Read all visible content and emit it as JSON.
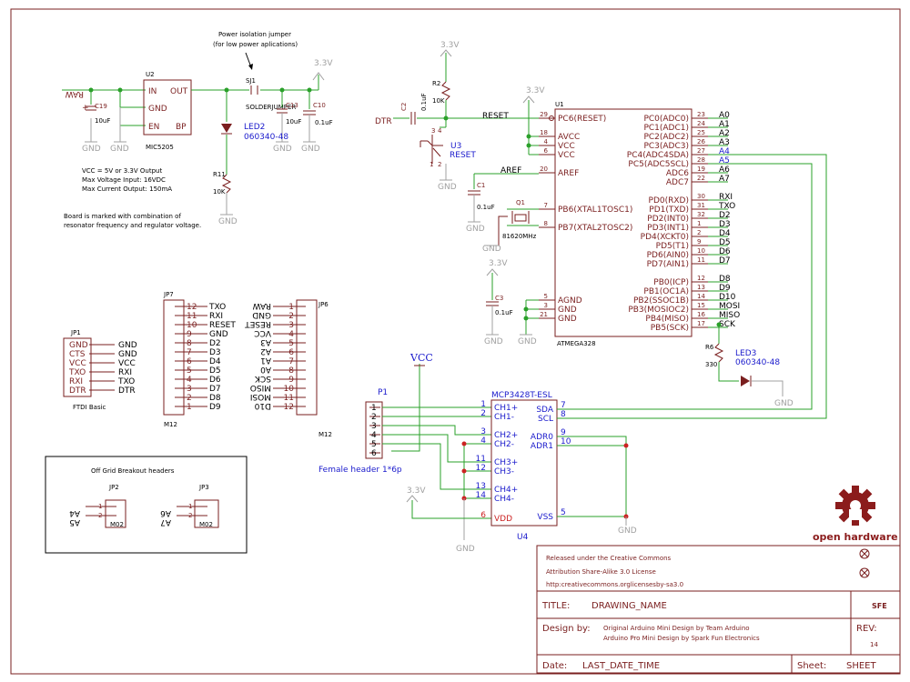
{
  "top": {
    "jumper_note_1": "Power isolation jumper",
    "jumper_note_2": "(for low power aplications)",
    "rail_33_a": "3.3V",
    "rail_33_b": "3.3V",
    "rail_33_c": "3.3V",
    "rail_33_d": "3.3V",
    "rail_33_e": "3.3V",
    "raw": "RAW"
  },
  "regulator": {
    "name": "U2",
    "part": "MIC5205",
    "pin_in": "IN",
    "pin_out": "OUT",
    "pin_gnd": "GND",
    "pin_en": "EN",
    "pin_bp": "BP",
    "c19": "C19",
    "c19_val": "10uF",
    "c13": "C13",
    "c13_val": "10uF",
    "c10": "C10",
    "c10_val": "0.1uF",
    "sj1": "SJ1",
    "sj1_name": "SOLDERJUMPER",
    "led2": "LED2",
    "led2_part": "060340-48",
    "r11": "R11",
    "r11_val": "10K",
    "note_1": "VCC = 5V or 3.3V Output",
    "note_2": "Max Voltage Input: 16VDC",
    "note_3": "Max Current Output: 150mA",
    "note_4": "Board is marked with combination of",
    "note_5": "resonator frequency and regulator voltage."
  },
  "gnd": "GND",
  "reset_block": {
    "c2": "C2",
    "c2_val": "0.1uF",
    "dtr": "DTR",
    "r2": "R2",
    "r2_val": "10K",
    "reset_net": "RESET",
    "u3": "U3",
    "u3_name": "RESET",
    "aref": "AREF",
    "c1": "C1",
    "c1_val": "0.1uF",
    "q1": "Q1",
    "q1_val": "81620MHz",
    "c3": "C3",
    "c3_val": "0.1uF"
  },
  "mcu": {
    "name": "U1",
    "part": "ATMEGA328",
    "left_pins": [
      {
        "num": "29",
        "name": "PC6(RESET)"
      },
      {
        "num": "18",
        "name": "AVCC"
      },
      {
        "num": "4",
        "name": "VCC"
      },
      {
        "num": "6",
        "name": "VCC"
      },
      {
        "num": "20",
        "name": "AREF"
      },
      {
        "num": "7",
        "name": "PB6(XTAL1TOSC1)"
      },
      {
        "num": "8",
        "name": "PB7(XTAL2TOSC2)"
      },
      {
        "num": "5",
        "name": "AGND"
      },
      {
        "num": "3",
        "name": "GND"
      },
      {
        "num": "21",
        "name": "GND"
      }
    ],
    "right_pins": [
      {
        "num": "23",
        "name": "PC0(ADC0)",
        "net": "A0"
      },
      {
        "num": "24",
        "name": "PC1(ADC1)",
        "net": "A1"
      },
      {
        "num": "25",
        "name": "PC2(ADC2)",
        "net": "A2"
      },
      {
        "num": "26",
        "name": "PC3(ADC3)",
        "net": "A3"
      },
      {
        "num": "27",
        "name": "PC4(ADC4SDA)",
        "net": "A4"
      },
      {
        "num": "28",
        "name": "PC5(ADC5SCL)",
        "net": "A5"
      },
      {
        "num": "19",
        "name": "ADC6",
        "net": "A6"
      },
      {
        "num": "22",
        "name": "ADC7",
        "net": "A7"
      },
      {
        "num": "30",
        "name": "PD0(RXD)",
        "net": "RXI"
      },
      {
        "num": "31",
        "name": "PD1(TXD)",
        "net": "TXO"
      },
      {
        "num": "32",
        "name": "PD2(INT0)",
        "net": "D2"
      },
      {
        "num": "1",
        "name": "PD3(INT1)",
        "net": "D3"
      },
      {
        "num": "2",
        "name": "PD4(XCKT0)",
        "net": "D4"
      },
      {
        "num": "9",
        "name": "PD5(T1)",
        "net": "D5"
      },
      {
        "num": "10",
        "name": "PD6(AIN0)",
        "net": "D6"
      },
      {
        "num": "11",
        "name": "PD7(AIN1)",
        "net": "D7"
      },
      {
        "num": "12",
        "name": "PB0(ICP)",
        "net": "D8"
      },
      {
        "num": "13",
        "name": "PB1(OC1A)",
        "net": "D9"
      },
      {
        "num": "14",
        "name": "PB2(SSOC1B)",
        "net": "D10"
      },
      {
        "num": "15",
        "name": "PB3(MOSIOC2)",
        "net": "MOSI"
      },
      {
        "num": "16",
        "name": "PB4(MISO)",
        "net": "MISO"
      },
      {
        "num": "17",
        "name": "PB5(SCK)",
        "net": "SCK"
      }
    ],
    "r6": "R6",
    "r6_val": "330",
    "led3": "LED3",
    "led3_part": "060340-48"
  },
  "adc": {
    "name": "MCP3428T-ESL",
    "ref": "U4",
    "left_pins": [
      {
        "num": "1",
        "name": "CH1+"
      },
      {
        "num": "2",
        "name": "CH1-"
      },
      {
        "num": "3",
        "name": "CH2+"
      },
      {
        "num": "4",
        "name": "CH2-"
      },
      {
        "num": "11",
        "name": "CH3+"
      },
      {
        "num": "12",
        "name": "CH3-"
      },
      {
        "num": "13",
        "name": "CH4+"
      },
      {
        "num": "14",
        "name": "CH4-"
      },
      {
        "num": "6",
        "name": "VDD"
      }
    ],
    "right_pins": [
      {
        "num": "7",
        "name": "SDA"
      },
      {
        "num": "8",
        "name": "SCL"
      },
      {
        "num": "9",
        "name": "ADR0"
      },
      {
        "num": "10",
        "name": "ADR1"
      },
      {
        "num": "5",
        "name": "VSS"
      }
    ],
    "vcc": "VCC",
    "p1": "P1",
    "p1_pins": [
      "1",
      "2",
      "3",
      "4",
      "5",
      "6"
    ],
    "p1_name": "Female header 1*6p"
  },
  "jp1": {
    "name": "JP1",
    "part": "FTDI Basic",
    "pins": [
      "GND",
      "CTS",
      "VCC",
      "TXO",
      "RXI",
      "DTR"
    ],
    "nets": [
      "GND",
      "GND",
      "VCC",
      "RXI",
      "TXO",
      "DTR"
    ]
  },
  "jp7": {
    "name": "JP7",
    "part": "M12",
    "rows": [
      {
        "num": "12",
        "net": "TXO"
      },
      {
        "num": "11",
        "net": "RXI"
      },
      {
        "num": "10",
        "net": "RESET"
      },
      {
        "num": "9",
        "net": "GND"
      },
      {
        "num": "8",
        "net": "D2"
      },
      {
        "num": "7",
        "net": "D3"
      },
      {
        "num": "6",
        "net": "D4"
      },
      {
        "num": "5",
        "net": "D5"
      },
      {
        "num": "4",
        "net": "D6"
      },
      {
        "num": "3",
        "net": "D7"
      },
      {
        "num": "2",
        "net": "D8"
      },
      {
        "num": "1",
        "net": "D9"
      }
    ]
  },
  "jp6": {
    "name": "JP6",
    "part": "M12",
    "rows": [
      {
        "num": "1",
        "net": "RAW"
      },
      {
        "num": "2",
        "net": "GND"
      },
      {
        "num": "3",
        "net": "RESET"
      },
      {
        "num": "4",
        "net": "VCC"
      },
      {
        "num": "5",
        "net": "A3"
      },
      {
        "num": "6",
        "net": "A2"
      },
      {
        "num": "7",
        "net": "A1"
      },
      {
        "num": "8",
        "net": "A0"
      },
      {
        "num": "9",
        "net": "SCK"
      },
      {
        "num": "10",
        "net": "MISO"
      },
      {
        "num": "11",
        "net": "MOSI"
      },
      {
        "num": "12",
        "net": "D10"
      }
    ]
  },
  "breakout": {
    "title": "Off Grid Breakout headers",
    "jp2": "JP2",
    "jp2_nets": [
      "A4",
      "A5"
    ],
    "jp3": "JP3",
    "jp3_nets": [
      "A6",
      "A7"
    ],
    "part": "M02",
    "pin1": "1",
    "pin2": "2"
  },
  "logo": {
    "text": "open hardware"
  },
  "title_block": {
    "license_1": "Released under the Creative Commons",
    "license_2": "Attribution Share-Alike 3.0 License",
    "license_3": "http:creativecommons.orglicensesby-sa3.0",
    "title_label": "TITLE:",
    "title_value": "DRAWING_NAME",
    "sfe": "SFE",
    "design_label": "Design by:",
    "design_1": "Original Arduino Mini Design by Team Arduino",
    "design_2": "Arduino Pro Mini Design by Spark Fun Electronics",
    "rev_label": "REV:",
    "rev_value": "14",
    "date_label": "Date:",
    "date_value": "LAST_DATE_TIME",
    "sheet_label": "Sheet:",
    "sheet_value": "SHEET"
  }
}
